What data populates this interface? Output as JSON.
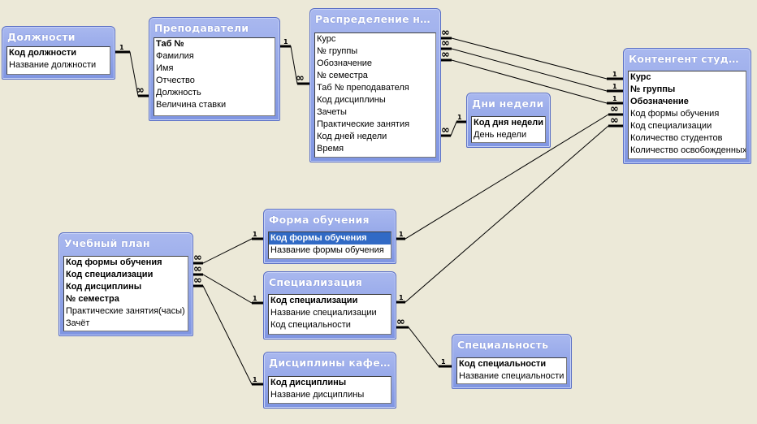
{
  "tables": {
    "dolzhnosti": {
      "title": "Должности",
      "fields": [
        {
          "name": "Код должности",
          "key": true
        },
        {
          "name": "Название должности",
          "key": false
        }
      ]
    },
    "prepodavateli": {
      "title": "Преподаватели",
      "fields": [
        {
          "name": "Таб №",
          "key": true
        },
        {
          "name": "Фамилия",
          "key": false
        },
        {
          "name": "Имя",
          "key": false
        },
        {
          "name": "Отчество",
          "key": false
        },
        {
          "name": "Должность",
          "key": false
        },
        {
          "name": "Величина ставки",
          "key": false
        }
      ]
    },
    "raspredelenie": {
      "title": "Распределение наг...",
      "fields": [
        {
          "name": "Курс",
          "key": false
        },
        {
          "name": "№ группы",
          "key": false
        },
        {
          "name": "Обозначение",
          "key": false
        },
        {
          "name": "№ семестра",
          "key": false
        },
        {
          "name": "Таб № преподавателя",
          "key": false
        },
        {
          "name": "Код дисциплины",
          "key": false
        },
        {
          "name": "Зачеты",
          "key": false
        },
        {
          "name": "Практические занятия",
          "key": false
        },
        {
          "name": "Код дней недели",
          "key": false
        },
        {
          "name": "Время",
          "key": false
        }
      ]
    },
    "dni_nedeli": {
      "title": "Дни недели",
      "fields": [
        {
          "name": "Код дня недели",
          "key": true
        },
        {
          "name": "День недели",
          "key": false
        }
      ]
    },
    "kontingent": {
      "title": "Контенгент студентов",
      "fields": [
        {
          "name": "Курс",
          "key": true
        },
        {
          "name": "№ группы",
          "key": true
        },
        {
          "name": "Обозначение",
          "key": true
        },
        {
          "name": "Код формы обучения",
          "key": false
        },
        {
          "name": "Код специализации",
          "key": false
        },
        {
          "name": "Количество студентов",
          "key": false
        },
        {
          "name": "Количество освобожденных",
          "key": false
        }
      ]
    },
    "forma_obucheniya": {
      "title": "Форма обучения",
      "fields": [
        {
          "name": "Код формы обучения",
          "key": true,
          "selected": true
        },
        {
          "name": "Название формы обучения",
          "key": false
        }
      ]
    },
    "uchebny_plan": {
      "title": "Учебный план",
      "fields": [
        {
          "name": "Код формы обучения",
          "key": true
        },
        {
          "name": "Код специализации",
          "key": true
        },
        {
          "name": "Код дисциплины",
          "key": true
        },
        {
          "name": "№ семестра",
          "key": true
        },
        {
          "name": "Практические занятия(часы)",
          "key": false
        },
        {
          "name": "Зачёт",
          "key": false
        }
      ]
    },
    "specializaciya": {
      "title": "Специализация",
      "fields": [
        {
          "name": "Код специализации",
          "key": true
        },
        {
          "name": "Название специализации",
          "key": false
        },
        {
          "name": "Код специальности",
          "key": false
        }
      ]
    },
    "specialnost": {
      "title": "Специальность",
      "fields": [
        {
          "name": "Код специальности",
          "key": true
        },
        {
          "name": "Название специальности",
          "key": false
        }
      ]
    },
    "discipliny": {
      "title": "Дисциплины кафедры",
      "fields": [
        {
          "name": "Код дисциплины",
          "key": true
        },
        {
          "name": "Название дисциплины",
          "key": false
        }
      ]
    }
  },
  "cardinality": {
    "one": "1",
    "many": "∞"
  }
}
